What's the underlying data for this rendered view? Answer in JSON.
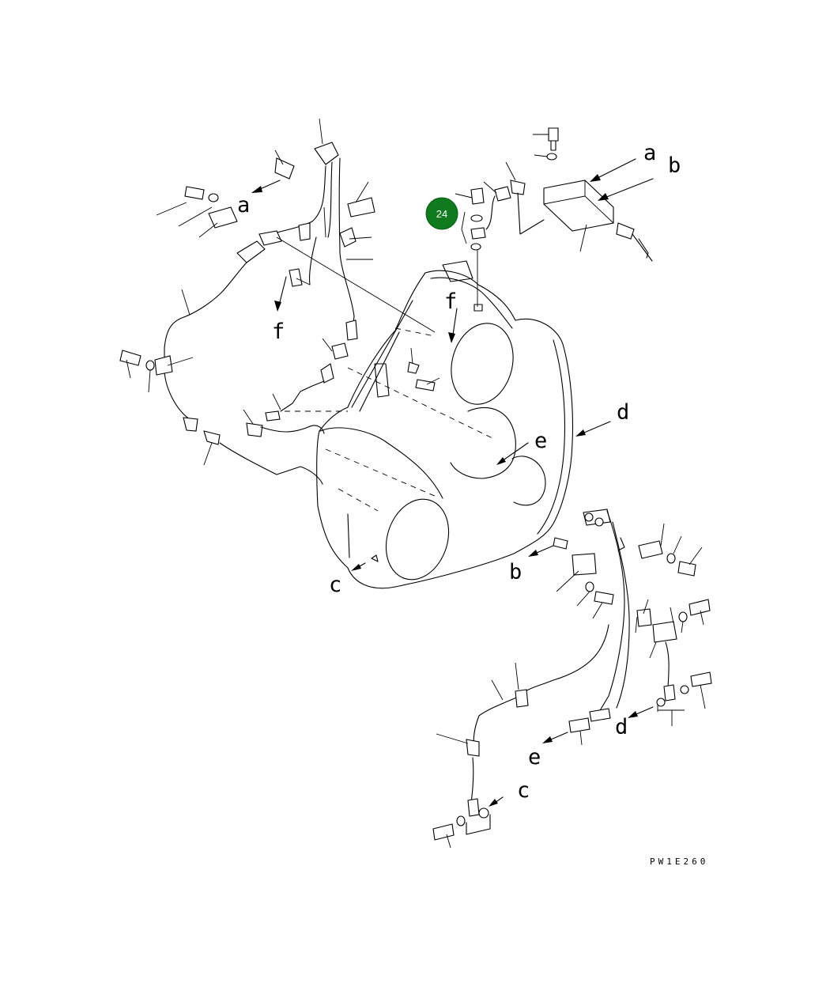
{
  "callout": {
    "number": "24",
    "color": "#0f7a1e"
  },
  "connector_labels": {
    "a_upper_left": "a",
    "a_upper_right": "a",
    "b_upper_right": "b",
    "f_left": "f",
    "f_center": "f",
    "d_right": "d",
    "e_center": "e",
    "c_left": "c",
    "b_lower": "b",
    "d_lower": "d",
    "e_lower": "e",
    "c_lower": "c"
  },
  "drawing_code": "PW1E260",
  "colors": {
    "line": "#000000",
    "background": "#ffffff"
  }
}
